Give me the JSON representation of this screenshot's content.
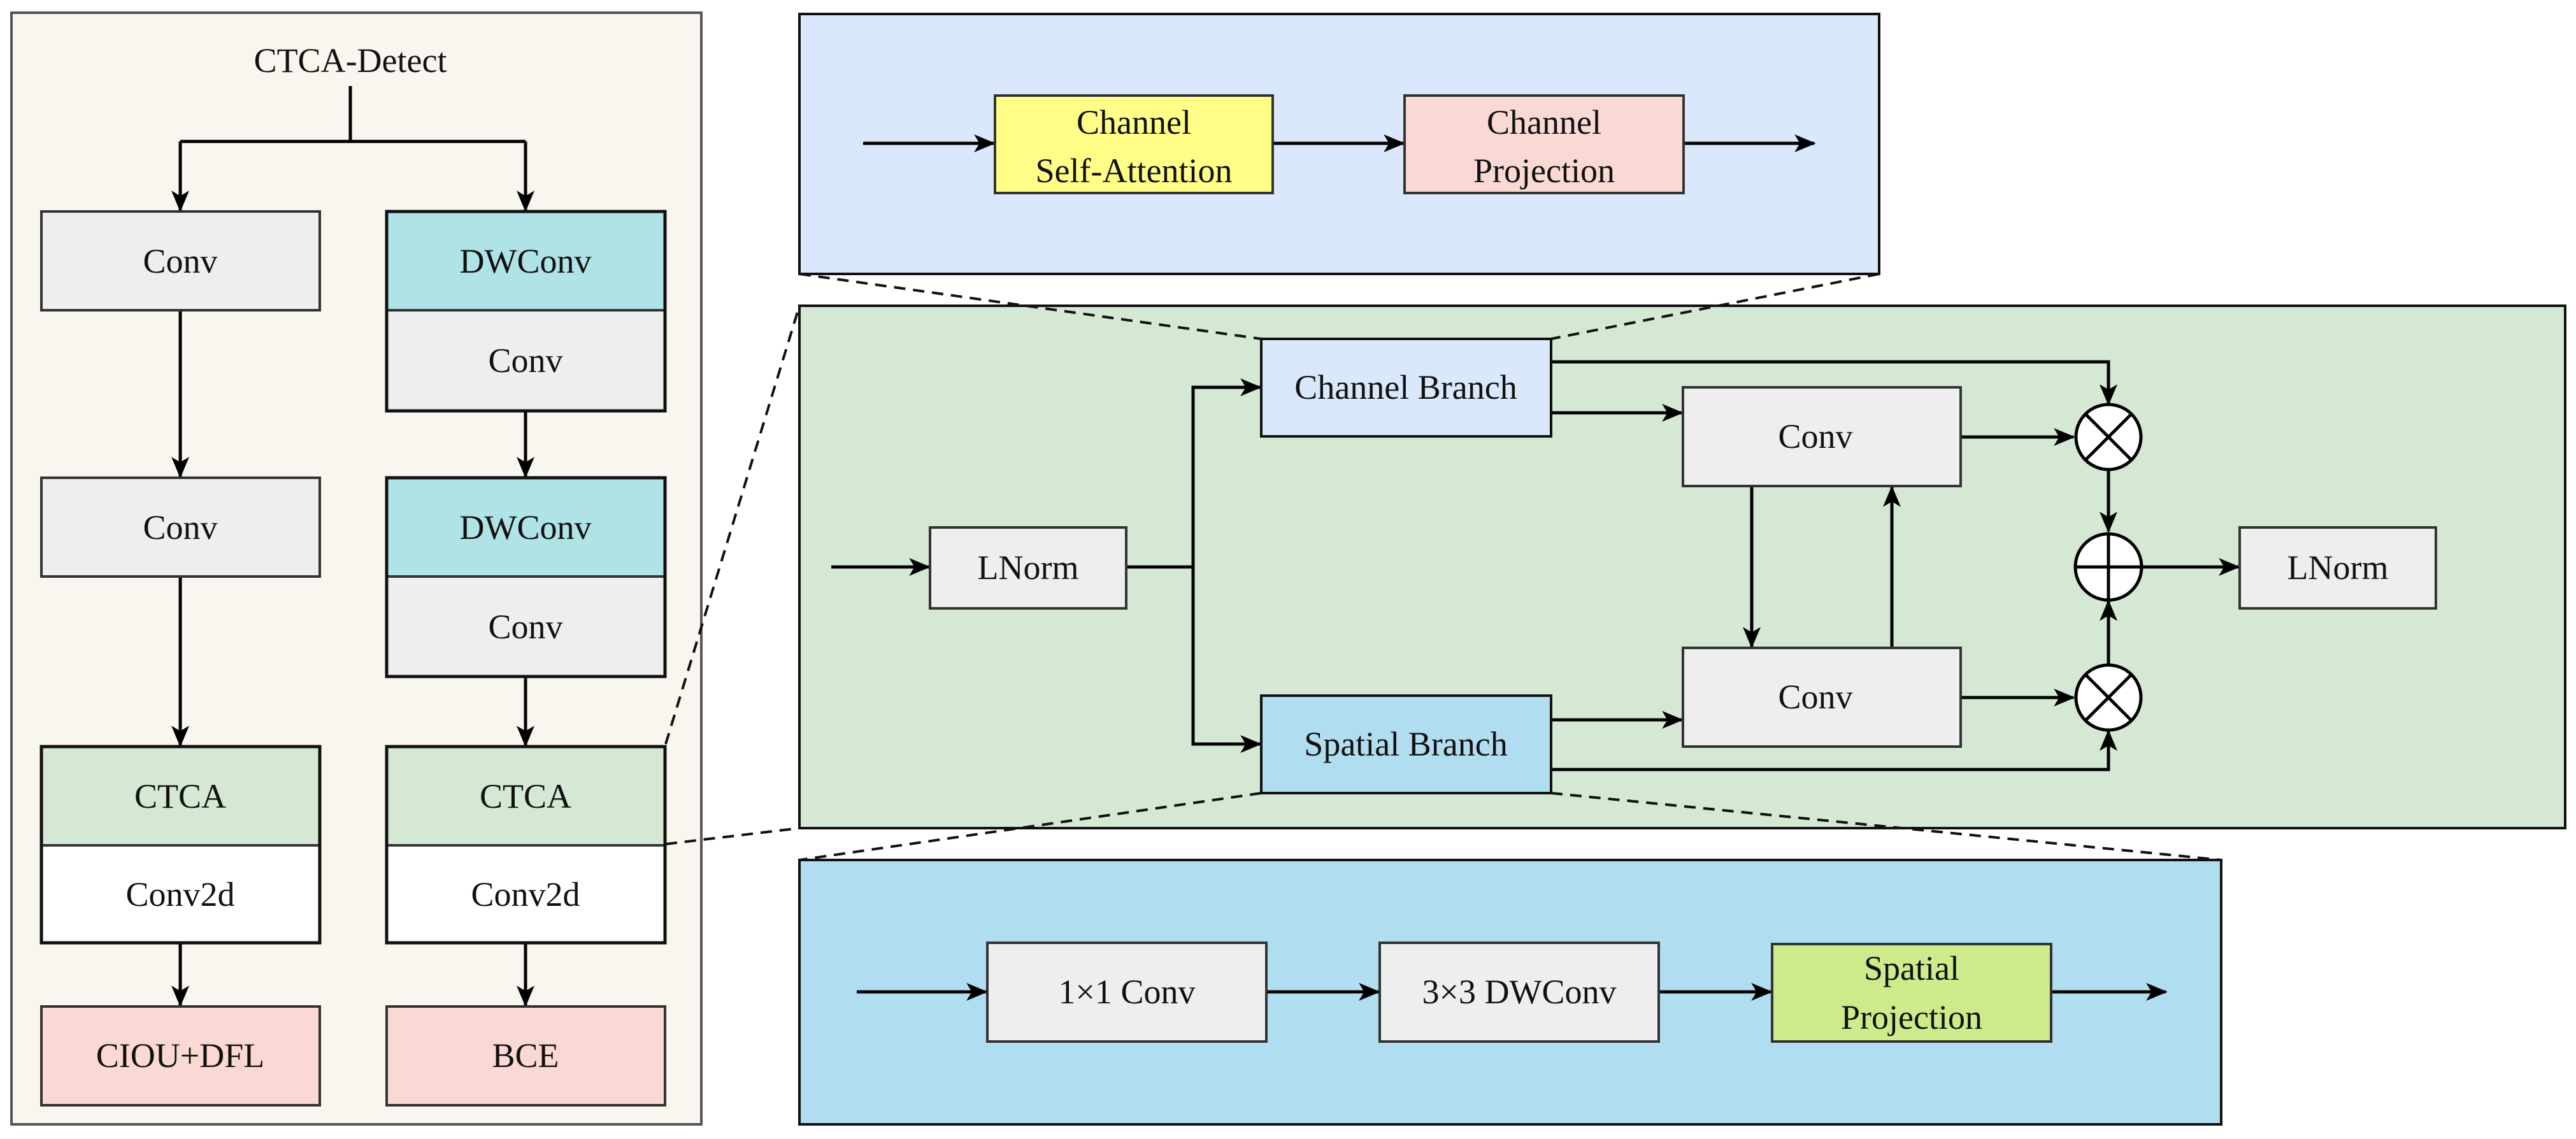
{
  "left_panel": {
    "title": "CTCA-Detect",
    "reg_branch": {
      "conv1": "Conv",
      "conv2": "Conv",
      "ctca": "CTCA",
      "conv2d": "Conv2d",
      "loss": "CIOU+DFL"
    },
    "cls_branch": {
      "dwconv1": "DWConv",
      "conv1": "Conv",
      "dwconv2": "DWConv",
      "conv2": "Conv",
      "ctca": "CTCA",
      "conv2d": "Conv2d",
      "loss": "BCE"
    }
  },
  "channel_detail": {
    "attention_line1": "Channel",
    "attention_line2": "Self-Attention",
    "projection_line1": "Channel",
    "projection_line2": "Projection"
  },
  "ctca_block": {
    "lnorm_in": "LNorm",
    "channel_branch": "Channel Branch",
    "spatial_branch": "Spatial Branch",
    "conv_top": "Conv",
    "conv_bottom": "Conv",
    "lnorm_out": "LNorm"
  },
  "spatial_detail": {
    "conv1x1": "1×1 Conv",
    "dwconv3x3": "3×3 DWConv",
    "projection_line1": "Spatial",
    "projection_line2": "Projection"
  },
  "colors": {
    "left_panel_bg": "#f8f6ee",
    "channel_panel_bg": "#dae8fc",
    "ctca_panel_bg": "#d5e8d4",
    "spatial_panel_bg": "#b1ddf0",
    "gray_box": "#eeeeee",
    "teal_box": "#b0e3e6",
    "green_box": "#d5e8d4",
    "pink_box": "#fad9d5",
    "yellow_box": "#ffff88",
    "lime_box": "#cdeb8b",
    "light_blue_box": "#dae8fc",
    "blue_box": "#b1ddf0"
  }
}
